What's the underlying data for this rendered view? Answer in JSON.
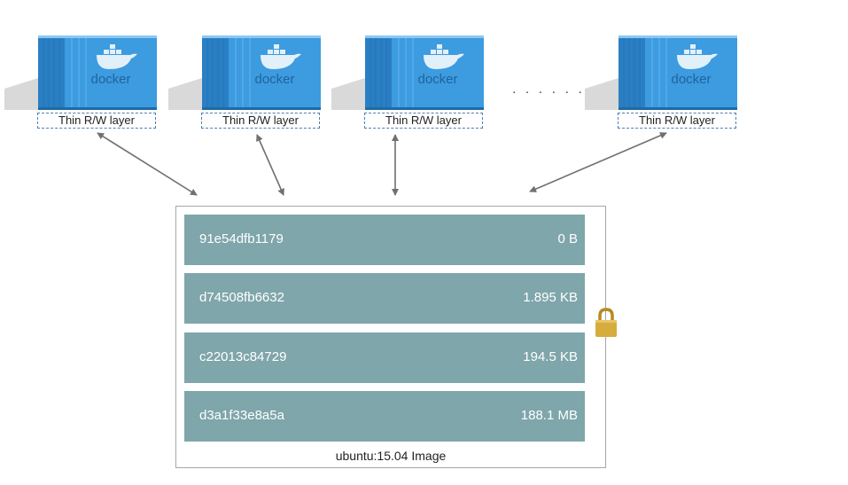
{
  "containers": [
    {
      "logo": "docker",
      "layer_label": "Thin R/W layer"
    },
    {
      "logo": "docker",
      "layer_label": "Thin R/W layer"
    },
    {
      "logo": "docker",
      "layer_label": "Thin R/W layer"
    },
    {
      "logo": "docker",
      "layer_label": "Thin R/W layer"
    }
  ],
  "ellipsis": ". . . . . .",
  "image": {
    "caption": "ubuntu:15.04 Image",
    "layers": [
      {
        "id": "91e54dfb1179",
        "size": "0 B"
      },
      {
        "id": "d74508fb6632",
        "size": "1.895 KB"
      },
      {
        "id": "c22013c84729",
        "size": "194.5 KB"
      },
      {
        "id": "d3a1f33e8a5a",
        "size": "188.1 MB"
      }
    ]
  },
  "icons": {
    "lock": "lock-icon",
    "container": "shipping-container-icon"
  },
  "colors": {
    "container": "#3d9be0",
    "layer_bar": "#7fa6aa",
    "label_border": "#4f7fae",
    "arrow": "#707070",
    "lock": "#d6ac3c"
  }
}
